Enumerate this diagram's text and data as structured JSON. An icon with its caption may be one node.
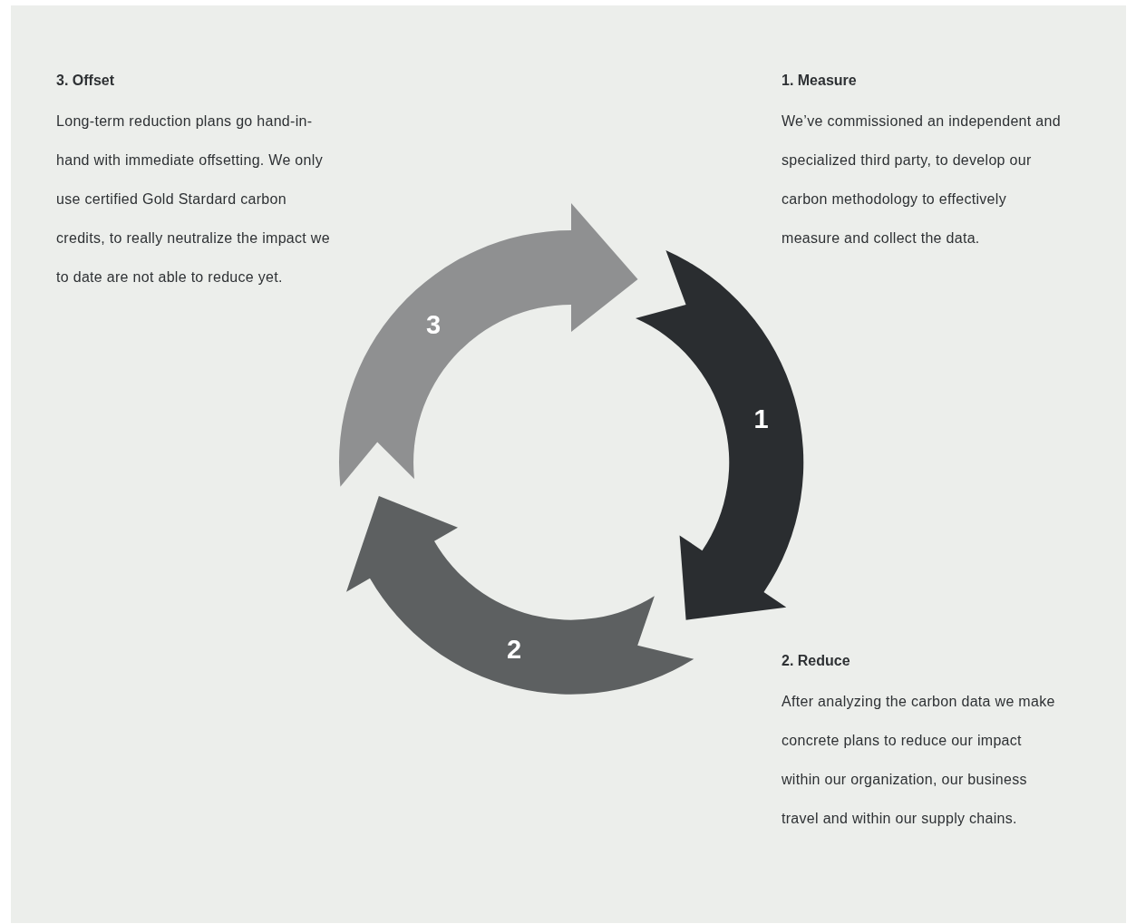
{
  "diagram": {
    "nodes": [
      {
        "text": [
          "1"
        ],
        "beside": [
          "1. Measure",
          "We’ve commissioned an independent and specialized third party, to develop our carbon methodology to effectively measure and collect the data."
        ]
      },
      {
        "text": [
          "2"
        ],
        "beside": [
          "2. Reduce",
          "After analyzing the carbon data we make concrete plans to reduce our impact within our organization, our business travel and within our supply chains."
        ]
      },
      {
        "text": [
          "3"
        ],
        "beside": [
          "3. Offset",
          "Long-term reduction plans go hand-in-hand with immediate offsetting. We only use certified Gold Stardard carbon credits, to really neutralize the impact we to date are not able to reduce yet."
        ]
      }
    ]
  }
}
